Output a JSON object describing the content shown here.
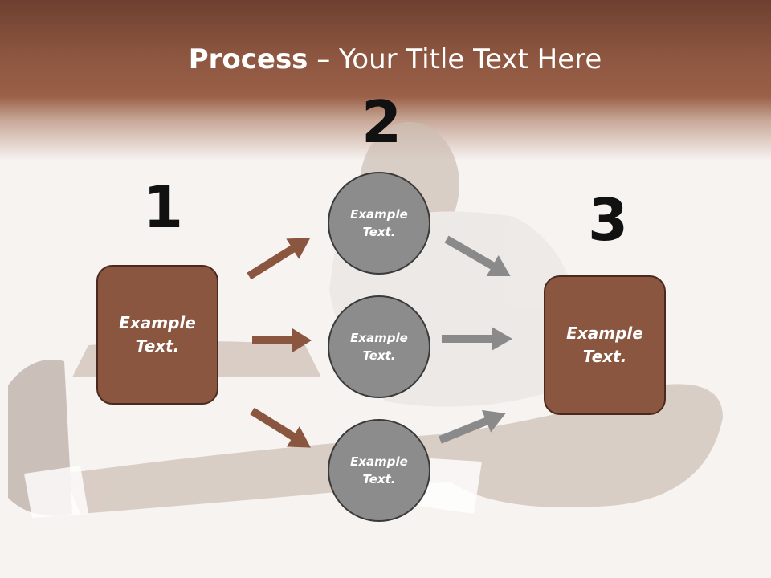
{
  "title": {
    "bold": "Process",
    "rest": " – Your Title Text Here"
  },
  "steps": [
    {
      "number": "1",
      "text": "Example\nText."
    },
    {
      "number": "2"
    },
    {
      "number": "3",
      "text": "Example\nText."
    }
  ],
  "circles": [
    {
      "text": "Example\nText."
    },
    {
      "text": "Example\nText."
    },
    {
      "text": "Example\nText."
    }
  ],
  "colors": {
    "brown": "#8b5640",
    "gray": "#8c8c8c",
    "arrow_brown": "#8b5640",
    "arrow_gray": "#8a8a8a"
  }
}
